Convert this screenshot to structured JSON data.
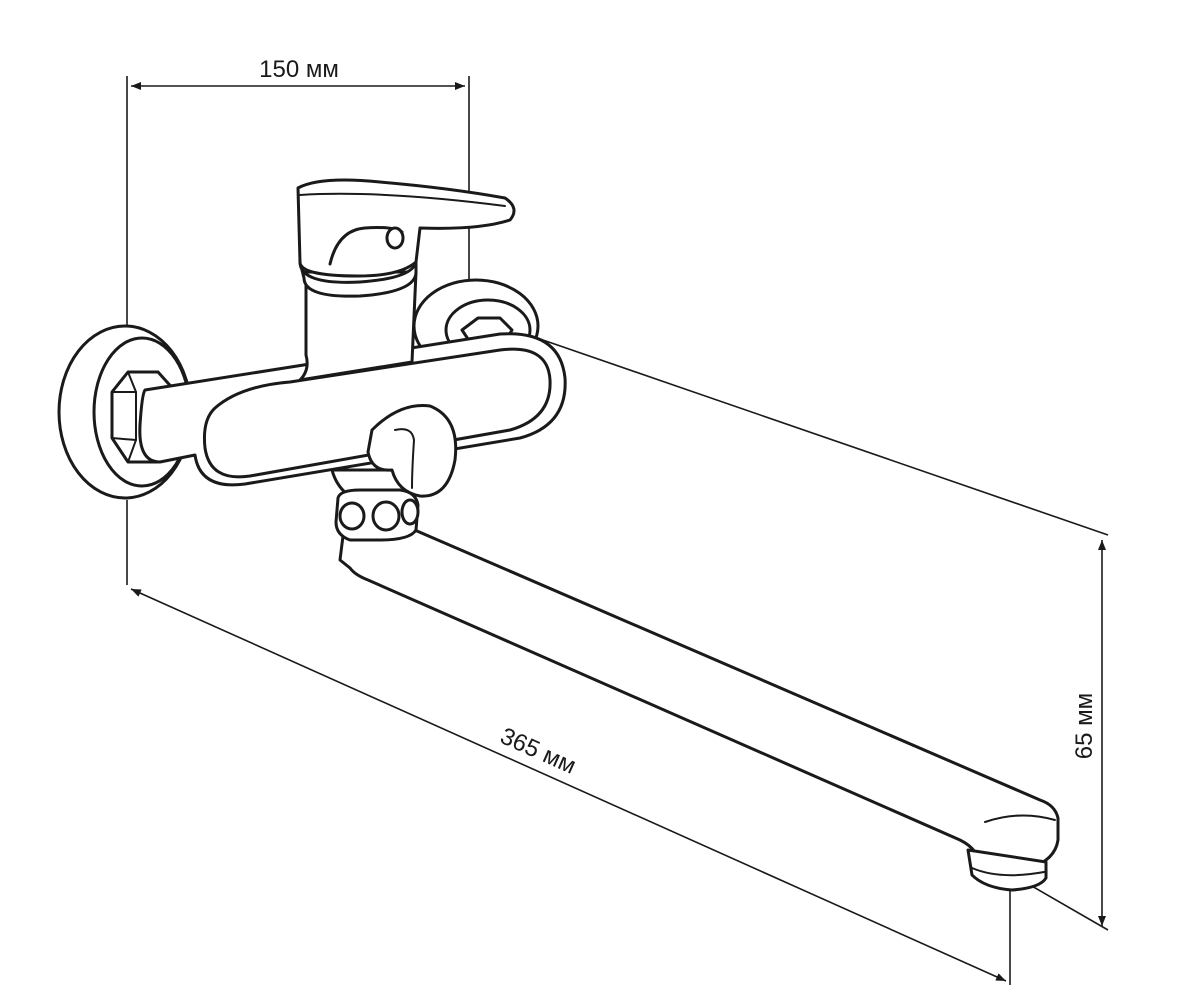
{
  "dimensions": {
    "width_label": "150 мм",
    "length_label": "365 мм",
    "height_label": "65 мм"
  },
  "colors": {
    "line": "#1a1a1a",
    "background": "#ffffff"
  }
}
